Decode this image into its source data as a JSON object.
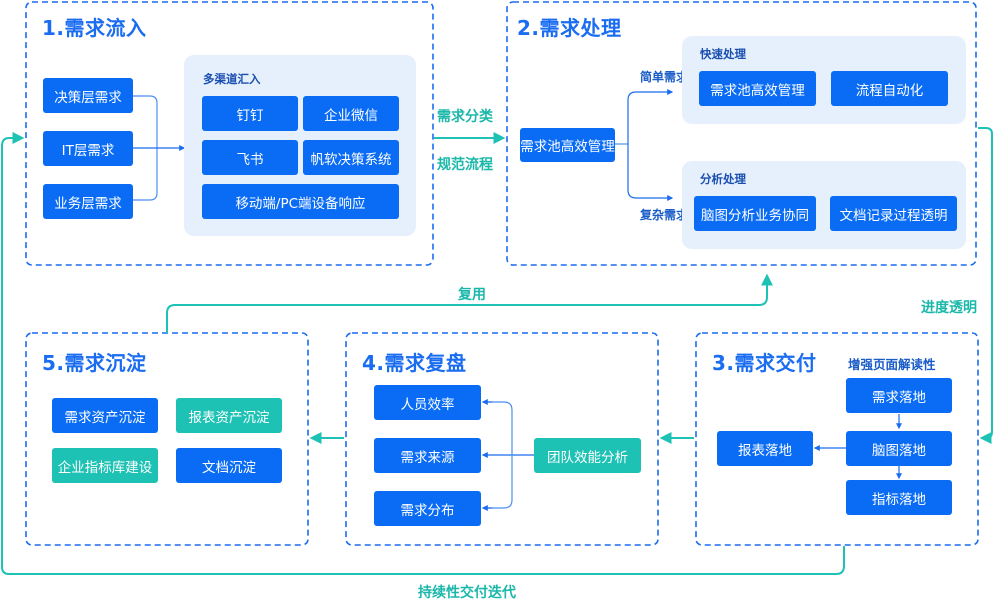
{
  "colors": {
    "blue": "#0a6cf5",
    "teal": "#1dc2b5",
    "group_bg": "#e6f0fd",
    "title": "#1a6cf0",
    "dash": "#1a6cf0"
  },
  "panels": {
    "p1": {
      "title": "1.需求流入",
      "sources": [
        "决策层需求",
        "IT层需求",
        "业务层需求"
      ],
      "group_label": "多渠道汇入",
      "channels": [
        "钉钉",
        "企业微信",
        "飞书",
        "帆软决策系统",
        "移动端/PC端设备响应"
      ]
    },
    "p2": {
      "title": "2.需求处理",
      "entry": "需求池高效管理",
      "branch_simple": "简单需求",
      "branch_complex": "复杂需求",
      "fast": {
        "label": "快速处理",
        "steps": [
          "需求池高效管理",
          "流程自动化"
        ]
      },
      "analysis": {
        "label": "分析处理",
        "steps": [
          "脑图分析业务协同",
          "文档记录过程透明"
        ]
      }
    },
    "p3": {
      "title": "3.需求交付",
      "subtitle": "增强页面解读性",
      "chain": [
        "需求落地",
        "脑图落地",
        "指标落地"
      ],
      "side": "报表落地"
    },
    "p4": {
      "title": "4.需求复盘",
      "items": [
        "人员效率",
        "需求来源",
        "需求分布"
      ],
      "source": "团队效能分析"
    },
    "p5": {
      "title": "5.需求沉淀",
      "items": [
        {
          "label": "需求资产沉淀",
          "color": "blue"
        },
        {
          "label": "报表资产沉淀",
          "color": "teal"
        },
        {
          "label": "企业指标库建设",
          "color": "teal"
        },
        {
          "label": "文档沉淀",
          "color": "blue"
        }
      ]
    }
  },
  "connectors": {
    "classify": "需求分类",
    "standardize": "规范流程",
    "progress": "进度透明",
    "reuse": "复用",
    "iterate": "持续性交付迭代"
  }
}
